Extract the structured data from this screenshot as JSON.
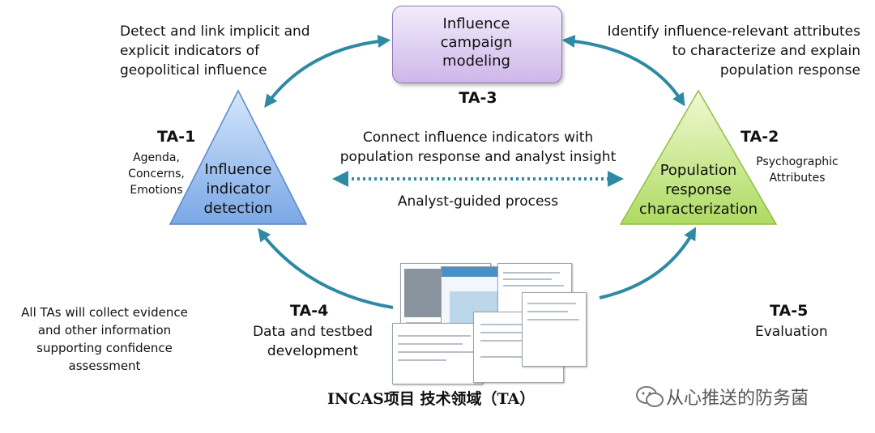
{
  "nodes": {
    "ta3": {
      "tag": "TA-3",
      "label_lines": [
        "Influence",
        "campaign",
        "modeling"
      ]
    },
    "ta1": {
      "tag": "TA-1",
      "label_lines": [
        "Influence",
        "indicator",
        "detection"
      ],
      "side_lines": [
        "Agenda,",
        "Concerns,",
        "Emotions"
      ]
    },
    "ta2": {
      "tag": "TA-2",
      "label_lines": [
        "Population",
        "response",
        "characterization"
      ],
      "side_lines": [
        "Psychographic",
        "Attributes"
      ]
    },
    "ta4": {
      "tag": "TA-4",
      "label_lines": [
        "Data and testbed",
        "development"
      ]
    },
    "ta5": {
      "tag": "TA-5",
      "label_lines": [
        "Evaluation"
      ]
    }
  },
  "annotations": {
    "top_left": [
      "Detect and link implicit and",
      "explicit indicators of",
      "geopolitical influence"
    ],
    "top_right": [
      "Identify influence-relevant attributes",
      "to characterize and explain",
      "population response"
    ],
    "center": [
      "Connect influence indicators with",
      "population response and analyst insight"
    ],
    "center_bottom": "Analyst-guided process",
    "bottom_left": [
      "All TAs will collect evidence",
      "and other information",
      "supporting confidence",
      "assessment"
    ]
  },
  "caption": "INCAS项目 技术领域（TA）",
  "watermark": "从心推送的防务菌",
  "colors": {
    "arrow": "#2e8aa3",
    "triangle_blue_top": "#d5e6fb",
    "triangle_blue_bottom": "#7aa8e6",
    "triangle_green_top": "#f0f9d2",
    "triangle_green_bottom": "#aedb62",
    "box_purple": "#cdb7ea"
  }
}
